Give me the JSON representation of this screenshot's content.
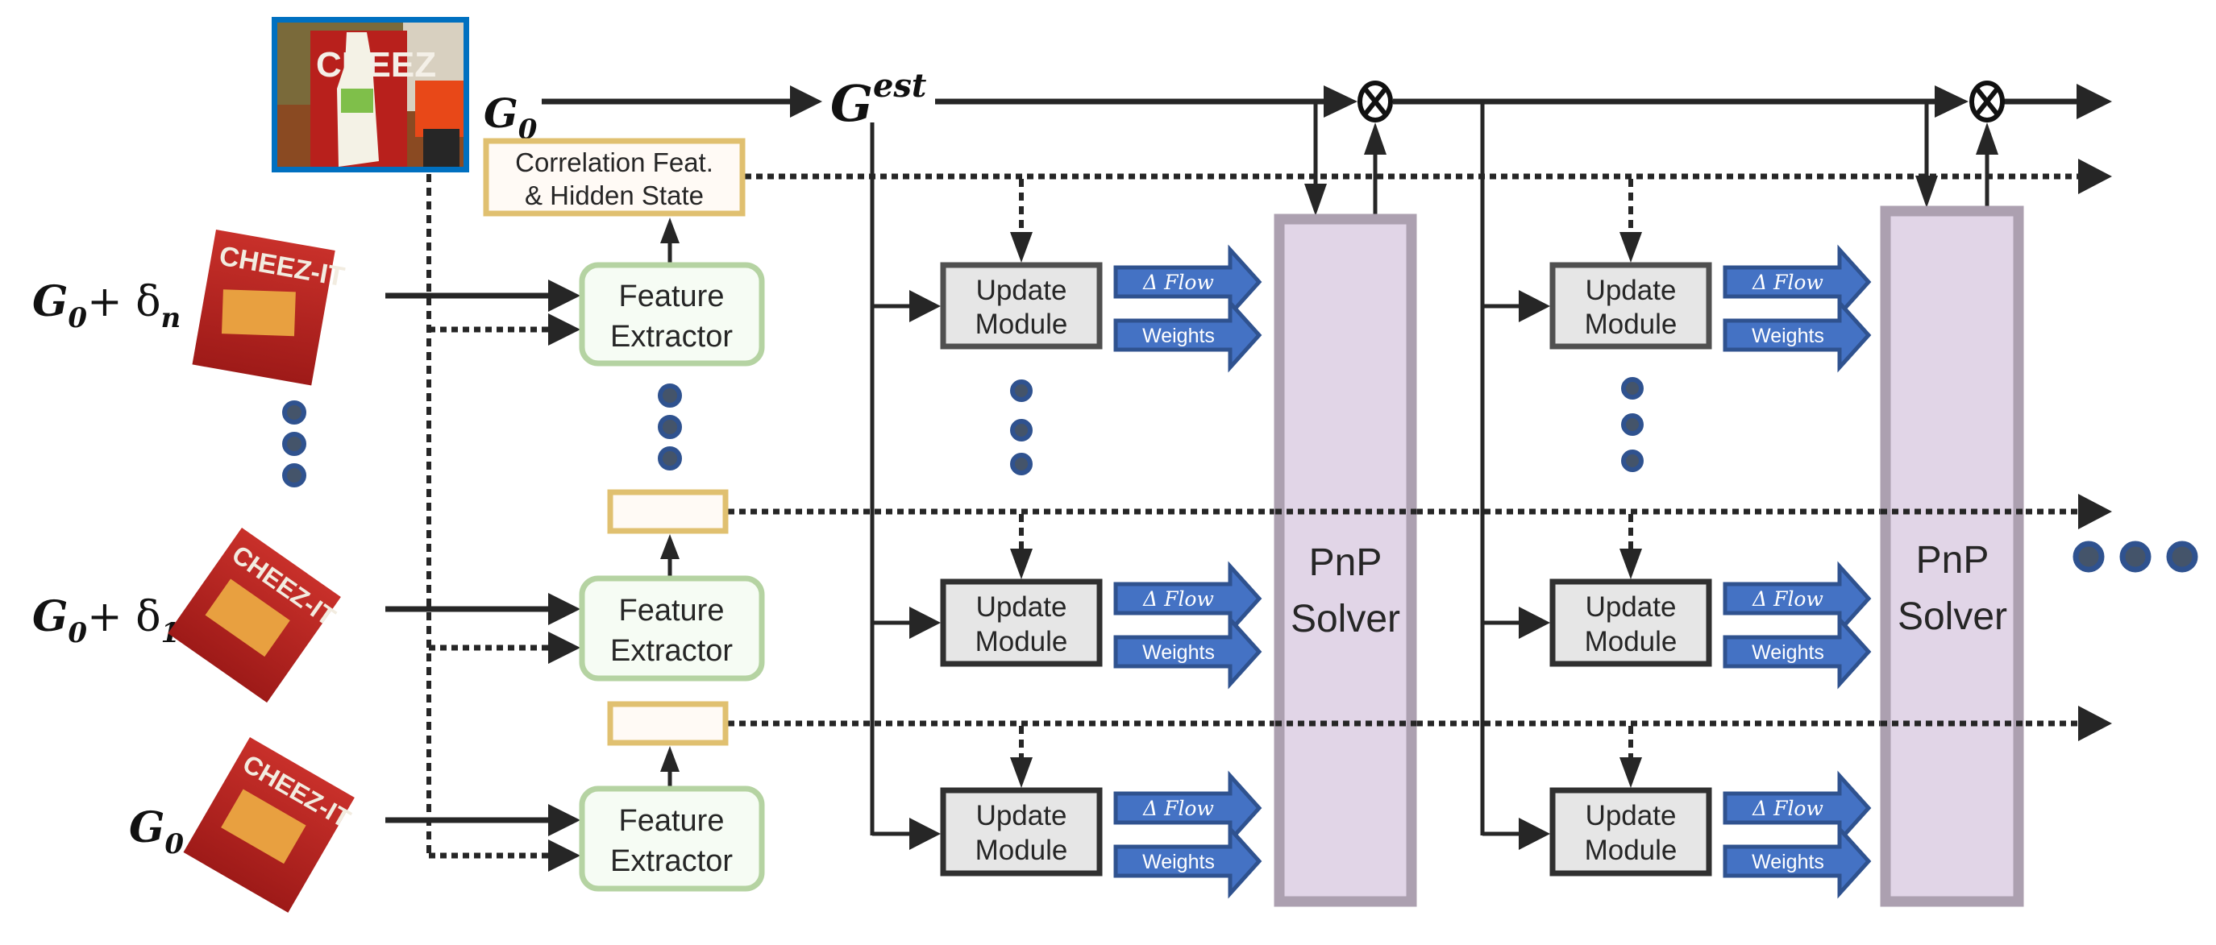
{
  "figure": {
    "type": "pipeline-diagram",
    "colors": {
      "feature_extractor_border": "#b5d3a2",
      "feature_extractor_fill": "#f6fcf4",
      "state_box_border": "#e0c070",
      "state_box_fill": "#fffaf5",
      "update_module_border": "#505050",
      "update_module_fill": "#e6e6e6",
      "pnp_border": "#aca0b0",
      "pnp_fill": "#e1d5e7",
      "output_arrow_fill": "#4472c4",
      "output_arrow_border": "#2f528f",
      "ellipsis_dot": "#2f528f",
      "scene_frame": "#0070c0"
    }
  },
  "scene_image": {
    "description": "Scene crop with Cheez-It box, bleach bottle and drill"
  },
  "top": {
    "g0_label": "G",
    "g0_sub": "0",
    "gest_label": "G",
    "gest_sup": "est",
    "correlation_box_line1": "Correlation Feat.",
    "correlation_box_line2": "& Hidden State"
  },
  "inputs": [
    {
      "label_base": "G",
      "label_sub": "0",
      "label_plus": "+ δ",
      "label_delta_sub": "n",
      "image": "Cheez-It render (perturbed pose n)"
    },
    {
      "label_base": "G",
      "label_sub": "0",
      "label_plus": "+ δ",
      "label_delta_sub": "1",
      "image": "Cheez-It render (perturbed pose 1)"
    },
    {
      "label_base": "G",
      "label_sub": "0",
      "label_plus": "",
      "label_delta_sub": "",
      "image": "Cheez-It render (initial pose)"
    }
  ],
  "feature_extractor": {
    "line1": "Feature",
    "line2": "Extractor"
  },
  "update_module": {
    "line1": "Update",
    "line2": "Module"
  },
  "outputs": {
    "flow": "Δ Flow",
    "weights": "Weights"
  },
  "pnp_solver": {
    "line1": "PnP",
    "line2": "Solver"
  },
  "multiply_symbol": "⊗",
  "ellipsis": "•••"
}
